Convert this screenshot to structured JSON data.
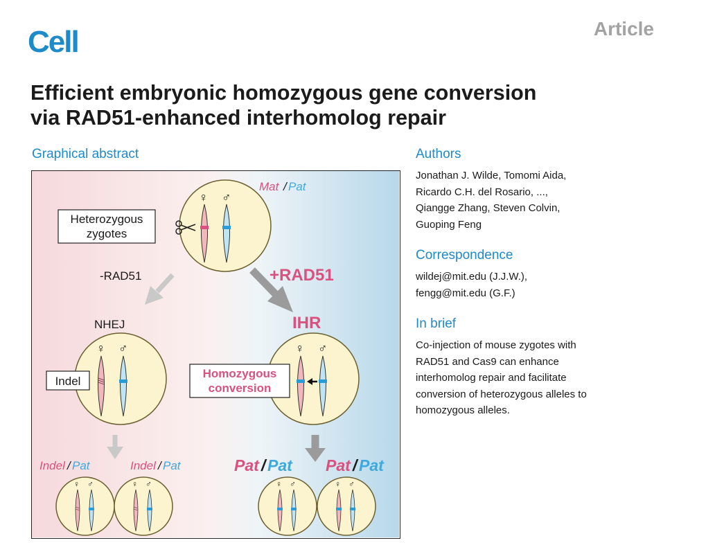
{
  "header": {
    "journal": "Cell",
    "article_type": "Article"
  },
  "title_lines": [
    "Efficient embryonic homozygous gene conversion",
    "via RAD51-enhanced interhomolog repair"
  ],
  "graphical_abstract": {
    "heading": "Graphical abstract",
    "top_label_mat": "Mat",
    "top_label_pat": "Pat",
    "female_symbol": "♀",
    "male_symbol": "♂",
    "hetero_box_line1": "Heterozygous",
    "hetero_box_line2": "zygotes",
    "minus_rad51": "-RAD51",
    "plus_rad51": "+RAD51",
    "nhej": "NHEJ",
    "ihr": "IHR",
    "indel_box": "Indel",
    "homo_box_line1": "Homozygous",
    "homo_box_line2": "conversion",
    "bottom_indel": "Indel",
    "bottom_pat": "Pat",
    "slash": "/",
    "colors": {
      "maternal": "#d9517f",
      "paternal": "#3fa9dc",
      "bg_left": "#f6d9dc",
      "bg_right": "#b7d8ea",
      "zygote_fill": "#fbf4cf",
      "zygote_edge": "#6d6030",
      "chrom_pink": "#f1b7bd",
      "chrom_blue": "#bfe4f4",
      "band_blue": "#2a9bd6",
      "arrow_light": "#c9c9c9",
      "arrow_dark": "#9b9b9b"
    }
  },
  "authors": {
    "heading": "Authors",
    "lines": [
      "Jonathan J. Wilde, Tomomi Aida,",
      "Ricardo C.H. del Rosario, ...,",
      "Qiangge Zhang, Steven Colvin,",
      "Guoping Feng"
    ]
  },
  "correspondence": {
    "heading": "Correspondence",
    "lines": [
      "wildej@mit.edu (J.J.W.),",
      "fengg@mit.edu (G.F.)"
    ]
  },
  "in_brief": {
    "heading": "In brief",
    "lines": [
      "Co-injection of mouse zygotes with",
      "RAD51 and Cas9 can enhance",
      "interhomolog repair and facilitate",
      "conversion of heterozygous alleles to",
      "homozygous alleles."
    ]
  }
}
